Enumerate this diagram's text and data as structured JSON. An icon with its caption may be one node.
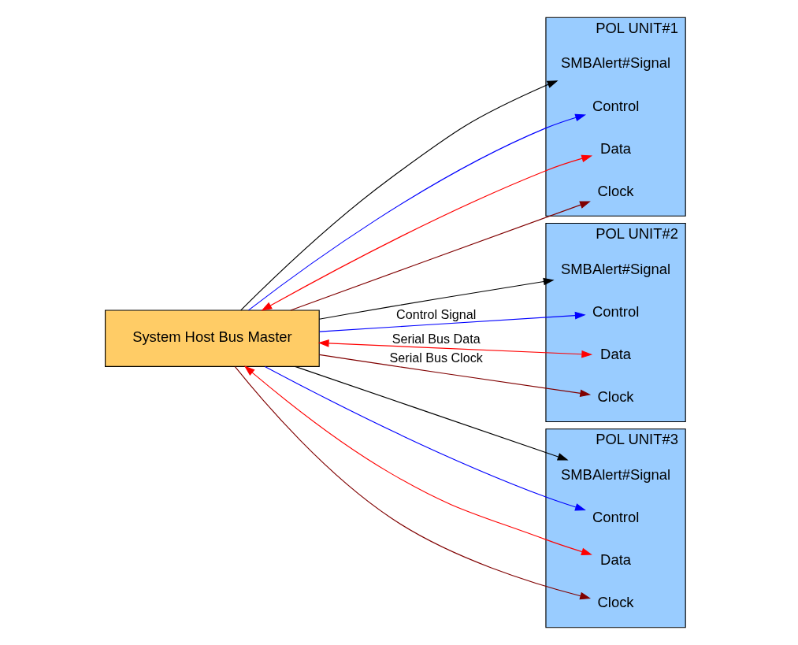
{
  "diagram": {
    "nodes": [
      {
        "text": [
          "System Host Bus Master"
        ]
      },
      {
        "text": [
          "POL UNIT#1"
        ]
      },
      {
        "text": [
          "SMBAlert#Signal"
        ],
        "in": 1
      },
      {
        "text": [
          "Control"
        ],
        "in": 1
      },
      {
        "text": [
          "Data"
        ],
        "in": 1
      },
      {
        "text": [
          "Clock"
        ],
        "in": 1
      },
      {
        "text": [
          "POL UNIT#2"
        ]
      },
      {
        "text": [
          "SMBAlert#Signal"
        ],
        "in": 6
      },
      {
        "text": [
          "Control"
        ],
        "in": 6
      },
      {
        "text": [
          "Data"
        ],
        "in": 6
      },
      {
        "text": [
          "Clock"
        ],
        "in": 6
      },
      {
        "text": [
          "POL UNIT#3"
        ]
      },
      {
        "text": [
          "SMBAlert#Signal"
        ],
        "in": 11
      },
      {
        "text": [
          "Control"
        ],
        "in": 11
      },
      {
        "text": [
          "Data"
        ],
        "in": 11
      },
      {
        "text": [
          "Clock"
        ],
        "in": 11
      }
    ],
    "edges": [
      {
        "from": 0,
        "to": 2,
        "arrow": "to"
      },
      {
        "from": 0,
        "to": 3,
        "arrow": "to",
        "color": "#0000ff"
      },
      {
        "from": 0,
        "to": 4,
        "arrow": "both",
        "color": "#ff0000"
      },
      {
        "from": 0,
        "to": 5,
        "arrow": "to",
        "color": "#800000"
      },
      {
        "from": 0,
        "to": 7,
        "arrow": "to"
      },
      {
        "from": 0,
        "to": 8,
        "arrow": "to",
        "color": "#0000ff",
        "label": "Control Signal"
      },
      {
        "from": 0,
        "to": 9,
        "arrow": "both",
        "color": "#ff0000",
        "label": "Serial Bus Data"
      },
      {
        "from": 0,
        "to": 10,
        "arrow": "to",
        "color": "#800000",
        "label": "Serial Bus Clock"
      },
      {
        "from": 0,
        "to": 12,
        "arrow": "to"
      },
      {
        "from": 0,
        "to": 13,
        "arrow": "to",
        "color": "#0000ff"
      },
      {
        "from": 0,
        "to": 14,
        "arrow": "both",
        "color": "#ff0000"
      },
      {
        "from": 0,
        "to": 15,
        "arrow": "to",
        "color": "#800000"
      }
    ]
  }
}
